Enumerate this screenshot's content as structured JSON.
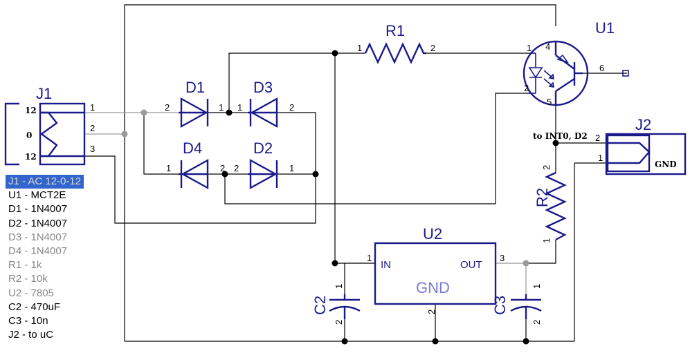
{
  "title": "",
  "components": {
    "j1": {
      "ref": "J1",
      "pins": [
        "12",
        "0",
        "12"
      ],
      "pin_numbers": [
        "1",
        "2",
        "3"
      ]
    },
    "d1": {
      "ref": "D1",
      "pins": [
        "2",
        "1"
      ]
    },
    "d3": {
      "ref": "D3",
      "pins": [
        "1",
        "2"
      ]
    },
    "d4": {
      "ref": "D4",
      "pins": [
        "1",
        "2"
      ]
    },
    "d2": {
      "ref": "D2",
      "pins": [
        "2",
        "1"
      ]
    },
    "r1": {
      "ref": "R1",
      "pins": [
        "1",
        "2"
      ]
    },
    "r2": {
      "ref": "R2",
      "pins": [
        "2",
        "1"
      ]
    },
    "u1": {
      "ref": "U1",
      "pins": [
        "1",
        "4",
        "6",
        "2",
        "5"
      ]
    },
    "j2": {
      "ref": "J2",
      "pins": [
        "2",
        "1"
      ],
      "gnd_label": "GND",
      "int_label": "to INT0, D2"
    },
    "u2": {
      "ref": "U2",
      "in_label": "IN",
      "out_label": "OUT",
      "gnd_label": "GND",
      "pins": [
        "1",
        "3",
        "2"
      ]
    },
    "c2": {
      "ref": "C2",
      "pins": [
        "1",
        "2"
      ]
    },
    "c3": {
      "ref": "C3",
      "pins": [
        "1",
        "2"
      ]
    }
  },
  "bom": [
    {
      "text": "J1 - AC 12-0-12",
      "style": "sel"
    },
    {
      "text": "U1 - MCT2E",
      "style": "dark"
    },
    {
      "text": "D1 - 1N4007",
      "style": "dark"
    },
    {
      "text": "D2 - 1N4007",
      "style": "dark"
    },
    {
      "text": "D3 - 1N4007",
      "style": "gray"
    },
    {
      "text": "D4 - 1N4007",
      "style": "gray"
    },
    {
      "text": "R1 - 1k",
      "style": "gray"
    },
    {
      "text": "R2 - 10k",
      "style": "gray"
    },
    {
      "text": "U2 - 7805",
      "style": "gray"
    },
    {
      "text": "C2 - 470uF",
      "style": "dark"
    },
    {
      "text": "C3 - 10n",
      "style": "dark"
    },
    {
      "text": "J2 - to uC",
      "style": "dark"
    }
  ],
  "colors": {
    "symbol": "#1a1a8c",
    "wire": "#000000",
    "selection": "#3366cc"
  }
}
